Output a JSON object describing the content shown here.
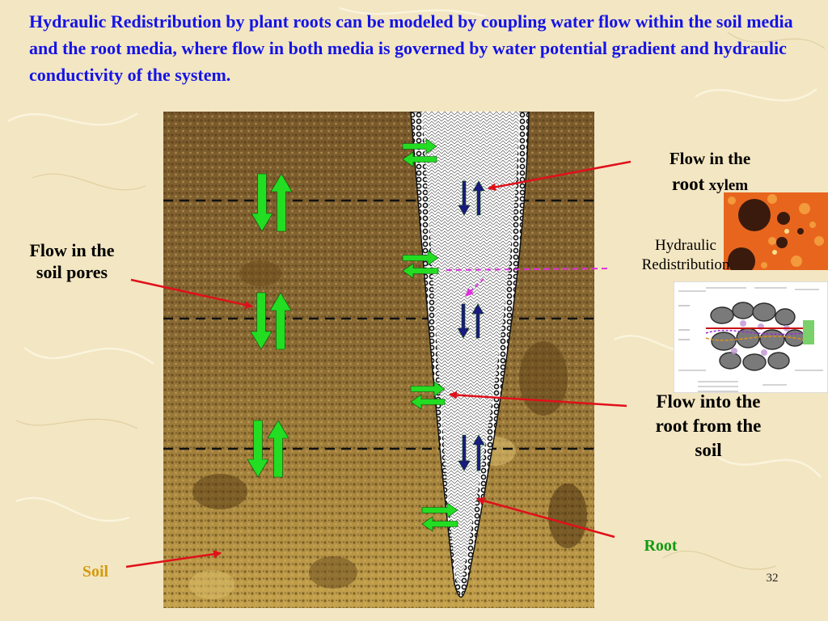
{
  "slide": {
    "heading": "Hydraulic Redistribution by plant roots can be modeled by coupling water flow within the soil media and the root media, where flow in both media is governed by water potential gradient and hydraulic conductivity of the system.",
    "page_number": "32"
  },
  "labels": {
    "soil_pores": [
      "Flow in the",
      "soil pores"
    ],
    "root_xylem": {
      "line1": "Flow in the",
      "root_word": "root",
      "xylem_word": "xylem"
    },
    "hydraulic_redistribution": [
      "Hydraulic",
      "Redistribution"
    ],
    "flow_into_root": [
      "Flow into the",
      "root from the",
      "soil"
    ],
    "root": "Root",
    "soil": "Soil"
  },
  "figure": {
    "soil_layers": 4,
    "arrows": {
      "soil_vertical_pairs": 3,
      "root_horizontal_pairs": 4,
      "xylem_vertical_pairs": 3,
      "pointer_arrows": 5
    }
  },
  "colors": {
    "heading": "#1414e6",
    "soil_arrow": "#22dd22",
    "xylem_arrow": "#1a1a80",
    "pointer_arrow": "#e0101a",
    "redistribution_line": "#e030e0",
    "root_label": "#129a12",
    "soil_label": "#d49a10",
    "root_fill": "#ffffff",
    "root_outline": "#111111"
  }
}
